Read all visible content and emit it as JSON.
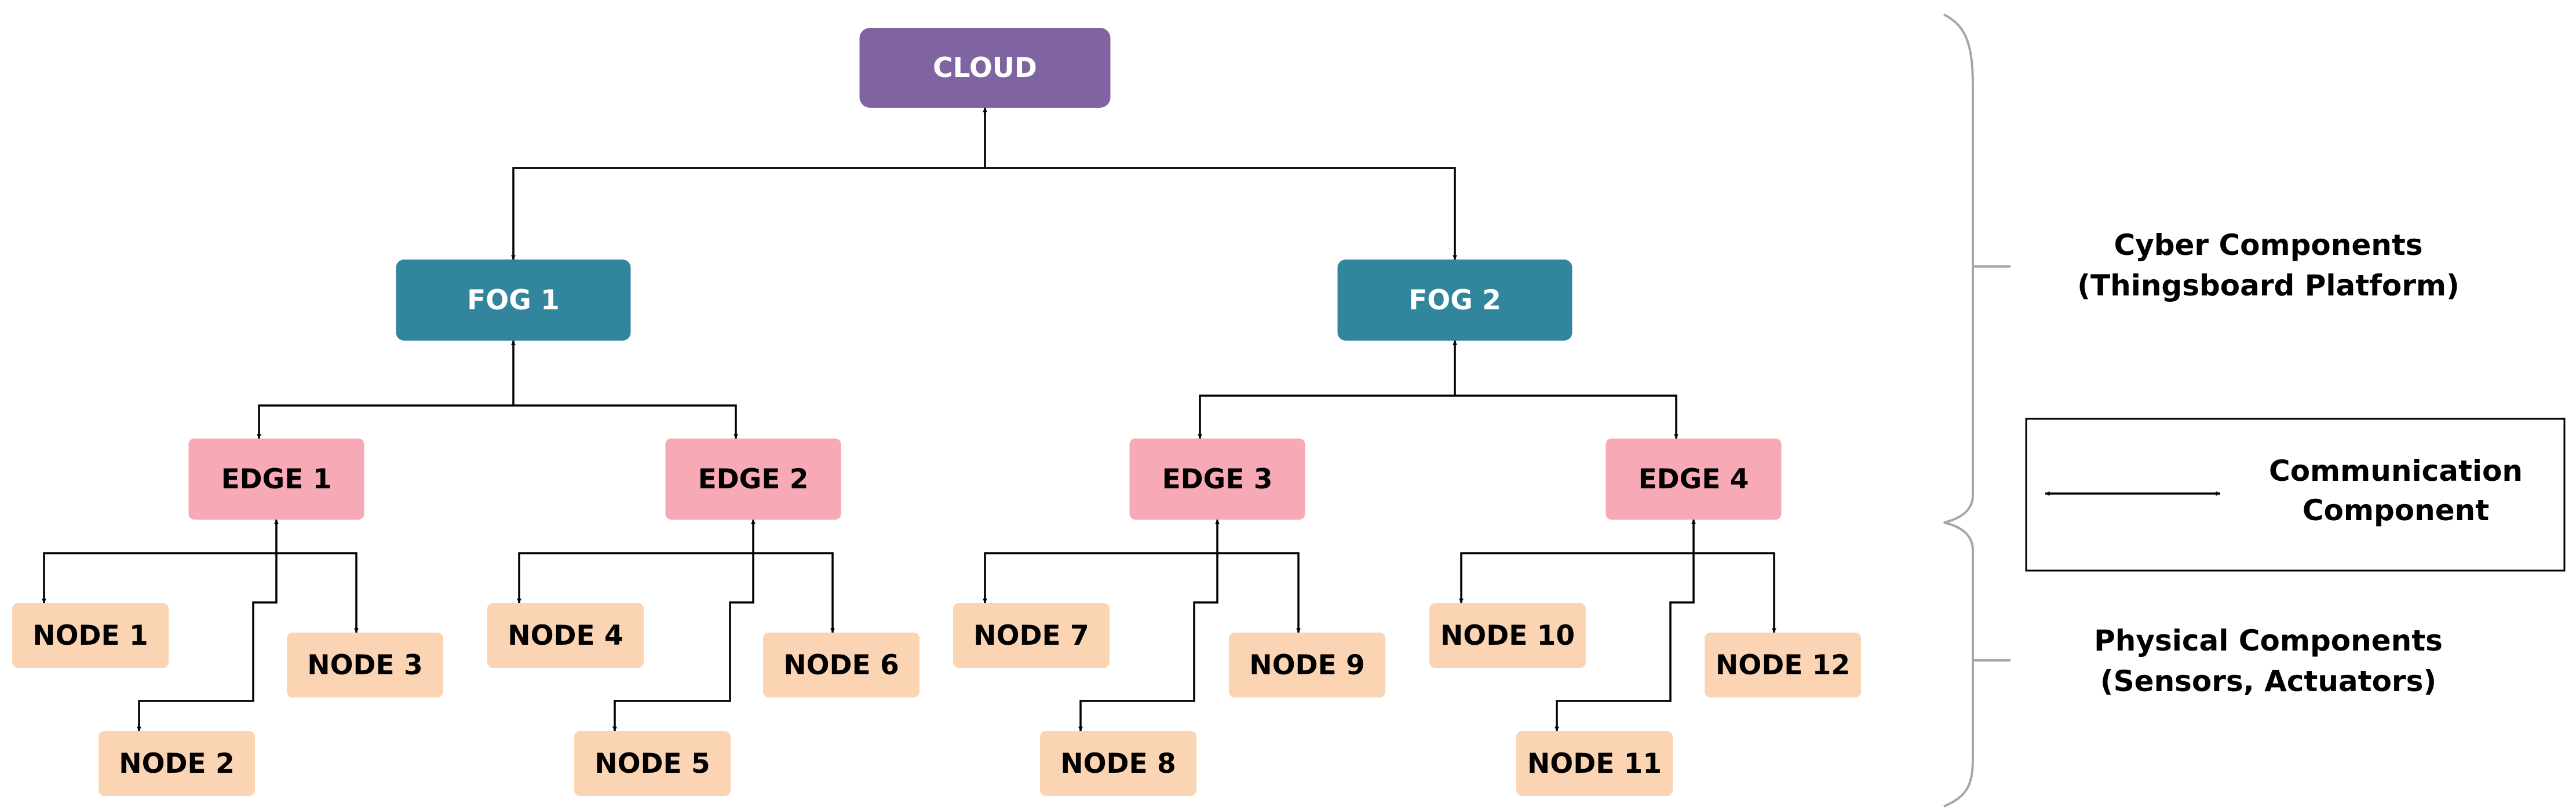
{
  "colors": {
    "cloud": "#8064a2",
    "fog": "#31859c",
    "edge": "#f7a9b6",
    "node": "#fbd4b4",
    "light_text": "#ffffff",
    "dark_text": "#000000"
  },
  "cloud": {
    "label": "CLOUD"
  },
  "fogs": [
    {
      "id": "fog1",
      "label": "FOG 1"
    },
    {
      "id": "fog2",
      "label": "FOG 2"
    }
  ],
  "edges": [
    {
      "id": "edge1",
      "label": "EDGE 1",
      "parent": "fog1"
    },
    {
      "id": "edge2",
      "label": "EDGE 2",
      "parent": "fog1"
    },
    {
      "id": "edge3",
      "label": "EDGE 3",
      "parent": "fog2"
    },
    {
      "id": "edge4",
      "label": "EDGE 4",
      "parent": "fog2"
    }
  ],
  "nodes": [
    {
      "id": "node1",
      "label": "NODE 1",
      "parent": "edge1"
    },
    {
      "id": "node2",
      "label": "NODE 2",
      "parent": "edge1"
    },
    {
      "id": "node3",
      "label": "NODE 3",
      "parent": "edge1"
    },
    {
      "id": "node4",
      "label": "NODE 4",
      "parent": "edge2"
    },
    {
      "id": "node5",
      "label": "NODE 5",
      "parent": "edge2"
    },
    {
      "id": "node6",
      "label": "NODE 6",
      "parent": "edge2"
    },
    {
      "id": "node7",
      "label": "NODE 7",
      "parent": "edge3"
    },
    {
      "id": "node8",
      "label": "NODE 8",
      "parent": "edge3"
    },
    {
      "id": "node9",
      "label": "NODE 9",
      "parent": "edge3"
    },
    {
      "id": "node10",
      "label": "NODE 10",
      "parent": "edge4"
    },
    {
      "id": "node11",
      "label": "NODE 11",
      "parent": "edge4"
    },
    {
      "id": "node12",
      "label": "NODE 12",
      "parent": "edge4"
    }
  ],
  "side_labels": {
    "cyber": [
      "Cyber Components",
      "(Thingsboard Platform)"
    ],
    "physical": [
      "Physical Components",
      "(Sensors, Actuators)"
    ]
  },
  "legend": {
    "label": [
      "Communication",
      "Component"
    ]
  }
}
